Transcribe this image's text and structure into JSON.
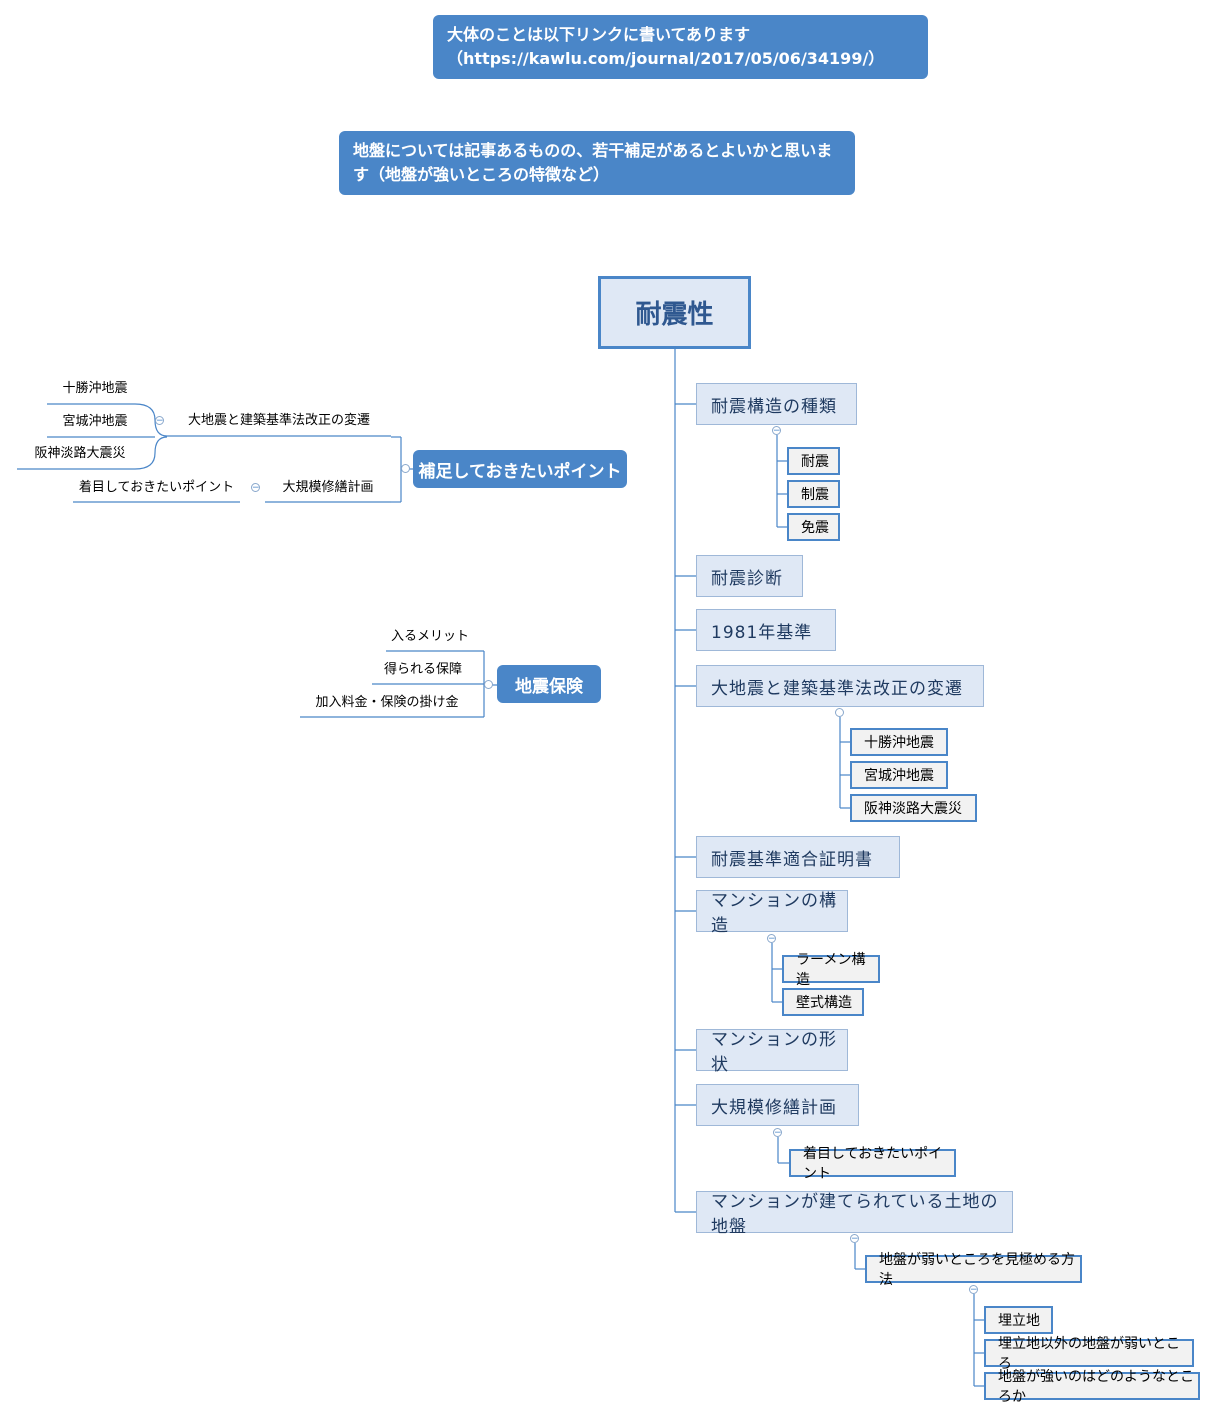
{
  "notes": {
    "link_note": "大体のことは以下リンクに書いてあります（https://kawlu.com/journal/2017/05/06/34199/）",
    "ground_note": "地盤については記事あるものの、若干補足があるとよいかと思います（地盤が強いところの特徴など）"
  },
  "root": {
    "label": "耐震性"
  },
  "right_topics": {
    "t1": {
      "label": "耐震構造の種類",
      "children": [
        "耐震",
        "制震",
        "免震"
      ]
    },
    "t2": {
      "label": "耐震診断"
    },
    "t3": {
      "label": "1981年基準"
    },
    "t4": {
      "label": "大地震と建築基準法改正の変遷",
      "children": [
        "十勝沖地震",
        "宮城沖地震",
        "阪神淡路大震災"
      ]
    },
    "t5": {
      "label": "耐震基準適合証明書"
    },
    "t6": {
      "label": "マンションの構造",
      "children": [
        "ラーメン構造",
        "壁式構造"
      ]
    },
    "t7": {
      "label": "マンションの形状"
    },
    "t8": {
      "label": "大規模修繕計画",
      "children": [
        "着目しておきたいポイント"
      ]
    },
    "t9": {
      "label": "マンションが建てられている土地の地盤",
      "child": "地盤が弱いところを見極める方法",
      "grandchildren": [
        "埋立地",
        "埋立地以外の地盤が弱いところ",
        "地盤が強いのはどのようなところか"
      ]
    }
  },
  "left_topics": {
    "supplement": {
      "label": "補足しておきたいポイント",
      "branch1": {
        "label": "大地震と建築基準法改正の変遷",
        "children": [
          "十勝沖地震",
          "宮城沖地震",
          "阪神淡路大震災"
        ]
      },
      "branch2": {
        "label": "大規模修繕計画",
        "child": "着目しておきたいポイント"
      }
    },
    "insurance": {
      "label": "地震保険",
      "children": [
        "入るメリット",
        "得られる保障",
        "加入料金・保険の掛け金"
      ]
    }
  },
  "colors": {
    "accent": "#4a86c8",
    "topic_fill": "#dfe8f5",
    "root_text": "#2f5890",
    "line": "#4a86c8"
  },
  "toggle_symbol": "−"
}
